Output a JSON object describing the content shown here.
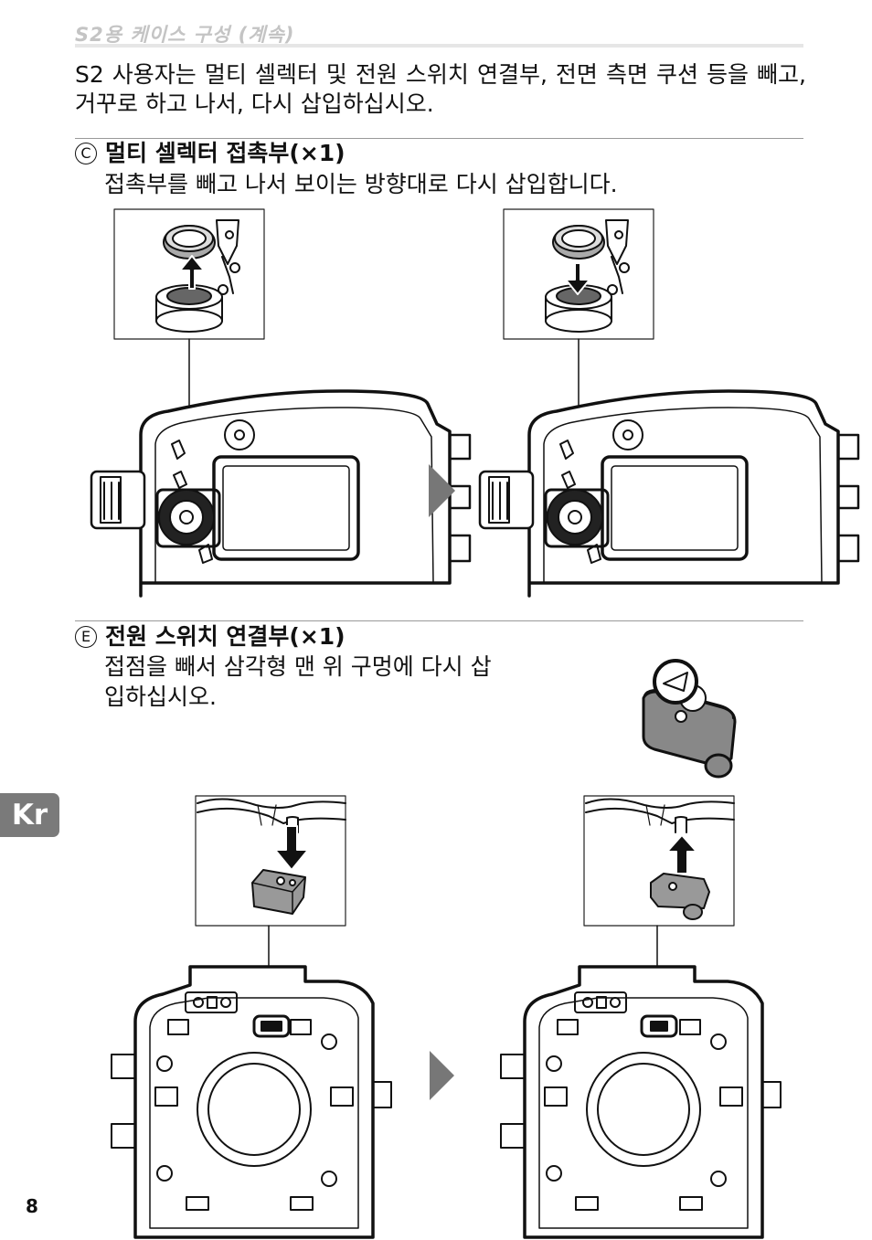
{
  "header": {
    "running_title": "S2용 케이스 구성 (계속)"
  },
  "intro_text": "S2 사용자는 멀티 셀렉터 및 전원 스위치 연결부, 전면 측면 쿠션 등을 빼고, 거꾸로 하고 나서, 다시 삽입하십시오.",
  "sections": [
    {
      "marker": "C",
      "title": "멀티 셀렉터 접촉부(×1)",
      "description": "접촉부를 빼고 나서 보이는 방향대로 다시 삽입합니다."
    },
    {
      "marker": "E",
      "title": "전원 스위치 연결부(×1)",
      "description_line1": "접점을 빼서 삼각형 맨 위 구멍에 다시 삽",
      "description_line2": "입하십시오."
    }
  ],
  "side_tab": {
    "label": "Kr"
  },
  "page_number": "8"
}
